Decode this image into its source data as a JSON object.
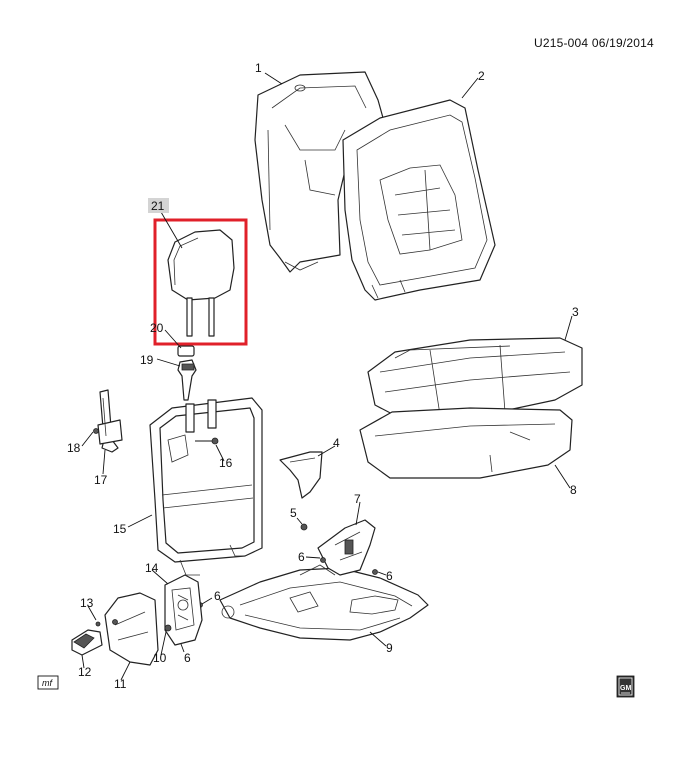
{
  "header": {
    "code": "U215-004  06/19/2014"
  },
  "callouts": [
    {
      "id": "c1",
      "text": "1"
    },
    {
      "id": "c2",
      "text": "2"
    },
    {
      "id": "c3",
      "text": "3"
    },
    {
      "id": "c4",
      "text": "4"
    },
    {
      "id": "c5",
      "text": "5"
    },
    {
      "id": "c6a",
      "text": "6"
    },
    {
      "id": "c6b",
      "text": "6"
    },
    {
      "id": "c6c",
      "text": "6"
    },
    {
      "id": "c6d",
      "text": "6"
    },
    {
      "id": "c7",
      "text": "7"
    },
    {
      "id": "c8",
      "text": "8"
    },
    {
      "id": "c9",
      "text": "9"
    },
    {
      "id": "c10",
      "text": "10"
    },
    {
      "id": "c11",
      "text": "11"
    },
    {
      "id": "c12",
      "text": "12"
    },
    {
      "id": "c13",
      "text": "13"
    },
    {
      "id": "c14",
      "text": "14"
    },
    {
      "id": "c15",
      "text": "15"
    },
    {
      "id": "c16",
      "text": "16"
    },
    {
      "id": "c17",
      "text": "17"
    },
    {
      "id": "c18",
      "text": "18"
    },
    {
      "id": "c19",
      "text": "19"
    },
    {
      "id": "c20",
      "text": "20"
    },
    {
      "id": "c21",
      "text": "21"
    }
  ],
  "footer": {
    "mf_label": "mf",
    "gm_label": "GM"
  },
  "highlight": {
    "part": "21",
    "color": "#e0202a"
  }
}
